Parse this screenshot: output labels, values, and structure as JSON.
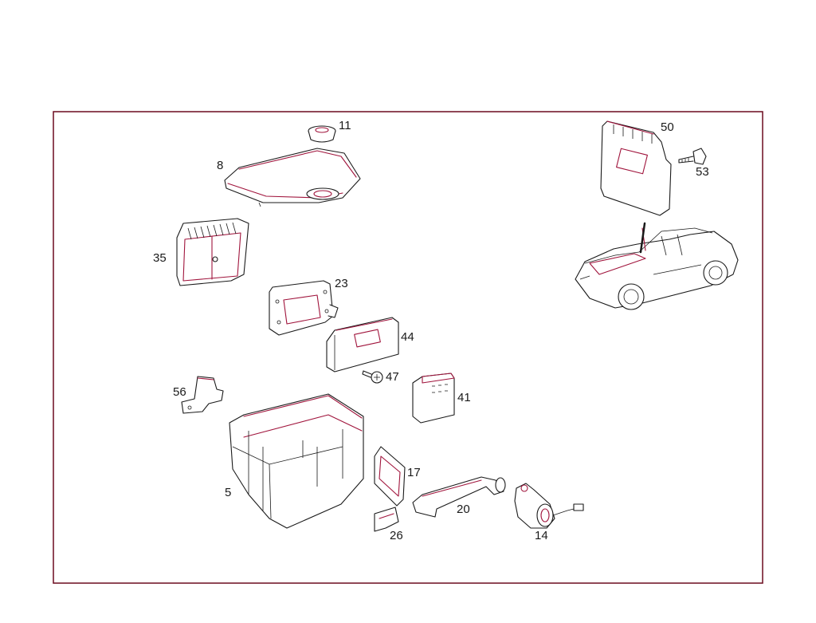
{
  "callouts": {
    "c11": "11",
    "c8": "8",
    "c35": "35",
    "c23": "23",
    "c44": "44",
    "c47": "47",
    "c41": "41",
    "c56": "56",
    "c5": "5",
    "c17": "17",
    "c20": "20",
    "c26": "26",
    "c14": "14",
    "c50": "50",
    "c53": "53"
  },
  "colors": {
    "frame": "#6b0a1e",
    "line": "#1a1a1a",
    "highlight": "#a0143c",
    "background": "#ffffff"
  }
}
